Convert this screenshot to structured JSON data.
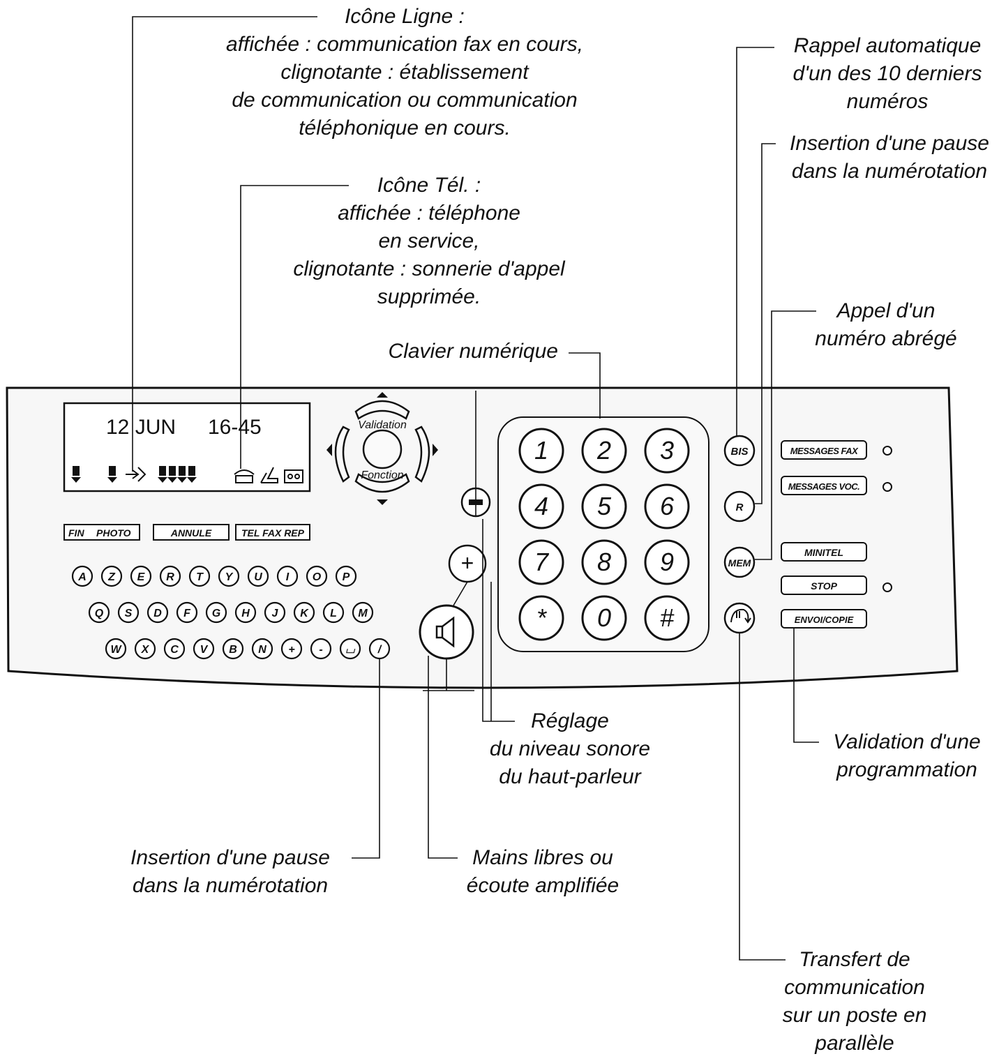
{
  "callouts": {
    "icone_ligne": [
      "Icône Ligne :",
      "affichée : communication fax en cours,",
      "clignotante : établissement",
      "de communication ou communication",
      "téléphonique en cours."
    ],
    "icone_tel": [
      "Icône Tél. :",
      "affichée : téléphone",
      "en service,",
      "clignotante : sonnerie d'appel",
      "supprimée."
    ],
    "clavier": [
      "Clavier numérique"
    ],
    "rappel": [
      "Rappel automatique",
      "d'un des 10 derniers",
      "numéros"
    ],
    "pause_top": [
      "Insertion d'une pause",
      "dans la numérotation"
    ],
    "abrege": [
      "Appel d'un",
      "numéro abrégé"
    ],
    "reglage": [
      "Réglage",
      "du niveau sonore",
      "du haut-parleur"
    ],
    "validation_prog": [
      "Validation d'une",
      "programmation"
    ],
    "pause_bottom": [
      "Insertion d'une pause",
      "dans la numérotation"
    ],
    "mains_libres": [
      "Mains libres ou",
      "écoute amplifiée"
    ],
    "transfert": [
      "Transfert de",
      "communication",
      "sur un poste en",
      "parallèle"
    ]
  },
  "display": {
    "date": "12 JUN",
    "time": "16-45"
  },
  "nav": {
    "top_label": "Validation",
    "bottom_label": "Fonction"
  },
  "function_keys": [
    "FIN",
    "PHOTO",
    "ANNULE",
    "TEL FAX REP"
  ],
  "letters": {
    "row1": [
      "A",
      "Z",
      "E",
      "R",
      "T",
      "Y",
      "U",
      "I",
      "O",
      "P"
    ],
    "row2": [
      "Q",
      "S",
      "D",
      "F",
      "G",
      "H",
      "J",
      "K",
      "L",
      "M"
    ],
    "row3": [
      "W",
      "X",
      "C",
      "V",
      "B",
      "N",
      "+",
      "-",
      "⌴",
      "/"
    ]
  },
  "volume": {
    "minus": "−",
    "plus": "+"
  },
  "keypad": [
    "1",
    "2",
    "3",
    "4",
    "5",
    "6",
    "7",
    "8",
    "9",
    "*",
    "0",
    "#"
  ],
  "side_buttons": [
    "BIS",
    "R",
    "MEM"
  ],
  "panel_buttons": [
    "MESSAGES FAX",
    "MESSAGES VOC.",
    "MINITEL",
    "STOP",
    "ENVOI/COPIE"
  ],
  "icons": [
    "line-icon",
    "phone-icon",
    "paper-icon",
    "tape-icon",
    "speaker-icon",
    "transfer-icon"
  ]
}
